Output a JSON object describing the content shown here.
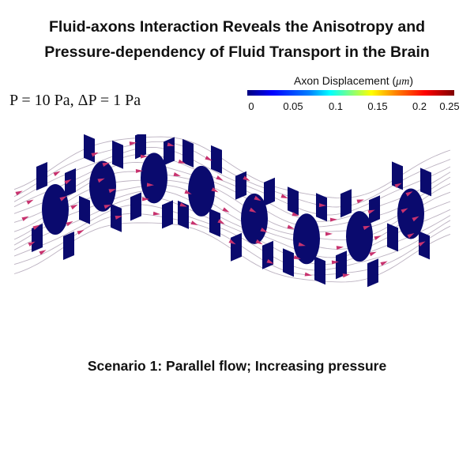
{
  "title": {
    "line1": "Fluid-axons Interaction Reveals the Anisotropy and",
    "line2": "Pressure-dependency of Fluid Transport in the Brain"
  },
  "params": "P = 10 Pa, ΔP = 1 Pa",
  "colorbar": {
    "label_prefix": "Axon Displacement (",
    "label_unit": "μm",
    "label_suffix": ")",
    "ticks": [
      "0",
      "0.05",
      "0.1",
      "0.15",
      "0.2",
      "0.25"
    ],
    "min": 0,
    "max": 0.25
  },
  "colors": {
    "axon": "#0a0a6e",
    "streamline": "#b0a4b6",
    "arrow": "#c8326e"
  },
  "caption": "Scenario 1: Parallel flow; Increasing pressure"
}
